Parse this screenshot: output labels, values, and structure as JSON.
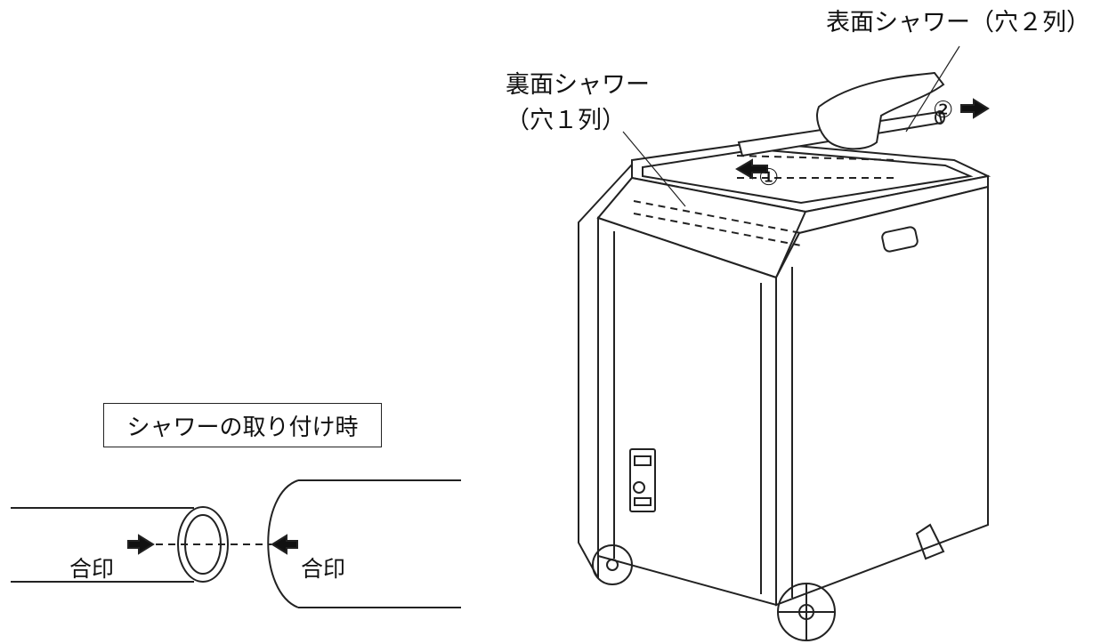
{
  "labels": {
    "front_shower": "表面シャワー（穴２列）",
    "back_shower_line1": "裏面シャワー",
    "back_shower_line2": "（穴１列）",
    "step_1": "①",
    "step_2": "②"
  },
  "caption": "シャワーの取り付け時",
  "pipe_detail": {
    "left_mark": "合印",
    "right_mark": "合印"
  }
}
